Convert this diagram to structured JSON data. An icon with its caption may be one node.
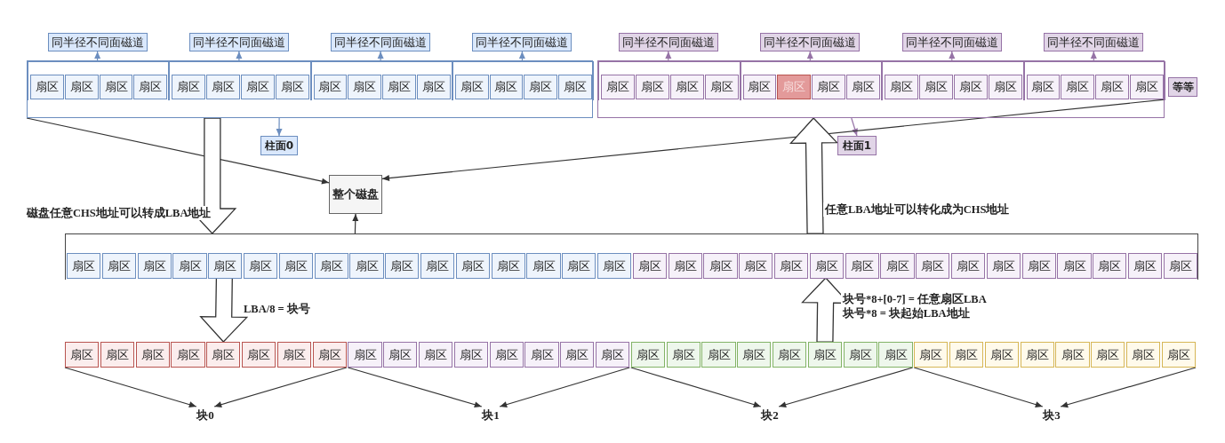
{
  "diagram": {
    "nodes": [
      {
        "text": [
          "同半径不同面磁道"
        ]
      },
      {
        "text": [
          "同半径不同面磁道"
        ]
      },
      {
        "text": [
          "同半径不同面磁道"
        ]
      },
      {
        "text": [
          "同半径不同面磁道"
        ]
      },
      {
        "text": [
          "同半径不同面磁道"
        ]
      },
      {
        "text": [
          "同半径不同面磁道"
        ]
      },
      {
        "text": [
          "同半径不同面磁道"
        ]
      },
      {
        "text": [
          "同半径不同面磁道"
        ]
      },
      {
        "text": [],
        "shape": "box"
      },
      {
        "text": [],
        "shape": "box",
        "in": 8
      },
      {
        "text": [
          "扇区"
        ],
        "in": 9
      },
      {
        "text": [
          "扇区"
        ],
        "in": 9
      },
      {
        "text": [
          "扇区"
        ],
        "in": 9
      },
      {
        "text": [
          "扇区"
        ],
        "in": 9
      },
      {
        "text": [],
        "shape": "box",
        "in": 8
      },
      {
        "text": [
          "扇区"
        ],
        "in": 14
      },
      {
        "text": [
          "扇区"
        ],
        "in": 14
      },
      {
        "text": [
          "扇区"
        ],
        "in": 14
      },
      {
        "text": [
          "扇区"
        ],
        "in": 14
      },
      {
        "text": [],
        "shape": "box",
        "in": 8
      },
      {
        "text": [
          "扇区"
        ],
        "in": 19
      },
      {
        "text": [
          "扇区"
        ],
        "in": 19
      },
      {
        "text": [
          "扇区"
        ],
        "in": 19
      },
      {
        "text": [
          "扇区"
        ],
        "in": 19
      },
      {
        "text": [],
        "shape": "box",
        "in": 8
      },
      {
        "text": [
          "扇区"
        ],
        "in": 24
      },
      {
        "text": [
          "扇区"
        ],
        "in": 24
      },
      {
        "text": [
          "扇区"
        ],
        "in": 24
      },
      {
        "text": [
          "扇区"
        ],
        "in": 24
      },
      {
        "text": [],
        "shape": "box"
      },
      {
        "text": [],
        "shape": "box",
        "in": 29
      },
      {
        "text": [
          "扇区"
        ],
        "in": 30
      },
      {
        "text": [
          "扇区"
        ],
        "in": 30
      },
      {
        "text": [
          "扇区"
        ],
        "in": 30
      },
      {
        "text": [
          "扇区"
        ],
        "in": 30
      },
      {
        "text": [],
        "shape": "box",
        "in": 29
      },
      {
        "text": [
          "扇区"
        ],
        "in": 35
      },
      {
        "text": [
          "扇区"
        ],
        "in": 35
      },
      {
        "text": [
          "扇区"
        ],
        "in": 35
      },
      {
        "text": [
          "扇区"
        ],
        "in": 35
      },
      {
        "text": [],
        "shape": "box",
        "in": 29
      },
      {
        "text": [
          "扇区"
        ],
        "in": 40
      },
      {
        "text": [
          "扇区"
        ],
        "in": 40
      },
      {
        "text": [
          "扇区"
        ],
        "in": 40
      },
      {
        "text": [
          "扇区"
        ],
        "in": 40
      },
      {
        "text": [],
        "shape": "box",
        "in": 29
      },
      {
        "text": [
          "扇区"
        ],
        "in": 45
      },
      {
        "text": [
          "扇区"
        ],
        "in": 45
      },
      {
        "text": [
          "扇区"
        ],
        "in": 45
      },
      {
        "text": [
          "扇区"
        ],
        "in": 45
      },
      {
        "text": [
          "等等"
        ]
      },
      {
        "text": [
          "柱面0"
        ]
      },
      {
        "text": [
          "柱面1"
        ]
      },
      {
        "text": [
          "整个磁盘"
        ]
      },
      {
        "text": [],
        "shape": "box"
      },
      {
        "text": [
          "扇区"
        ],
        "in": 54
      },
      {
        "text": [
          "扇区"
        ],
        "in": 54
      },
      {
        "text": [
          "扇区"
        ],
        "in": 54
      },
      {
        "text": [
          "扇区"
        ],
        "in": 54
      },
      {
        "text": [
          "扇区"
        ],
        "in": 54
      },
      {
        "text": [
          "扇区"
        ],
        "in": 54
      },
      {
        "text": [
          "扇区"
        ],
        "in": 54
      },
      {
        "text": [
          "扇区"
        ],
        "in": 54
      },
      {
        "text": [
          "扇区"
        ],
        "in": 54
      },
      {
        "text": [
          "扇区"
        ],
        "in": 54
      },
      {
        "text": [
          "扇区"
        ],
        "in": 54
      },
      {
        "text": [
          "扇区"
        ],
        "in": 54
      },
      {
        "text": [
          "扇区"
        ],
        "in": 54
      },
      {
        "text": [
          "扇区"
        ],
        "in": 54
      },
      {
        "text": [
          "扇区"
        ],
        "in": 54
      },
      {
        "text": [
          "扇区"
        ],
        "in": 54
      },
      {
        "text": [
          "扇区"
        ],
        "in": 54
      },
      {
        "text": [
          "扇区"
        ],
        "in": 54
      },
      {
        "text": [
          "扇区"
        ],
        "in": 54
      },
      {
        "text": [
          "扇区"
        ],
        "in": 54
      },
      {
        "text": [
          "扇区"
        ],
        "in": 54
      },
      {
        "text": [
          "扇区"
        ],
        "in": 54
      },
      {
        "text": [
          "扇区"
        ],
        "in": 54
      },
      {
        "text": [
          "扇区"
        ],
        "in": 54
      },
      {
        "text": [
          "扇区"
        ],
        "in": 54
      },
      {
        "text": [
          "扇区"
        ],
        "in": 54
      },
      {
        "text": [
          "扇区"
        ],
        "in": 54
      },
      {
        "text": [
          "扇区"
        ],
        "in": 54
      },
      {
        "text": [
          "扇区"
        ],
        "in": 54
      },
      {
        "text": [
          "扇区"
        ],
        "in": 54
      },
      {
        "text": [
          "扇区"
        ],
        "in": 54
      },
      {
        "text": [
          "扇区"
        ],
        "in": 54
      },
      {
        "text": [
          "扇区"
        ]
      },
      {
        "text": [
          "扇区"
        ]
      },
      {
        "text": [
          "扇区"
        ]
      },
      {
        "text": [
          "扇区"
        ]
      },
      {
        "text": [
          "扇区"
        ]
      },
      {
        "text": [
          "扇区"
        ]
      },
      {
        "text": [
          "扇区"
        ]
      },
      {
        "text": [
          "扇区"
        ]
      },
      {
        "text": [
          "扇区"
        ]
      },
      {
        "text": [
          "扇区"
        ]
      },
      {
        "text": [
          "扇区"
        ]
      },
      {
        "text": [
          "扇区"
        ]
      },
      {
        "text": [
          "扇区"
        ]
      },
      {
        "text": [
          "扇区"
        ]
      },
      {
        "text": [
          "扇区"
        ]
      },
      {
        "text": [
          "扇区"
        ]
      },
      {
        "text": [
          "扇区"
        ]
      },
      {
        "text": [
          "扇区"
        ]
      },
      {
        "text": [
          "扇区"
        ]
      },
      {
        "text": [
          "扇区"
        ]
      },
      {
        "text": [
          "扇区"
        ]
      },
      {
        "text": [
          "扇区"
        ]
      },
      {
        "text": [
          "扇区"
        ]
      },
      {
        "text": [
          "扇区"
        ]
      },
      {
        "text": [
          "扇区"
        ]
      },
      {
        "text": [
          "扇区"
        ]
      },
      {
        "text": [
          "扇区"
        ]
      },
      {
        "text": [
          "扇区"
        ]
      },
      {
        "text": [
          "扇区"
        ]
      },
      {
        "text": [
          "扇区"
        ]
      },
      {
        "text": [
          "扇区"
        ]
      },
      {
        "text": [
          "扇区"
        ]
      },
      {
        "text": [
          "块0"
        ]
      },
      {
        "text": [
          "块1"
        ]
      },
      {
        "text": [
          "块2"
        ]
      },
      {
        "text": [
          "块3"
        ]
      }
    ],
    "edges": [
      {
        "from": 9,
        "to": 0,
        "arrow": "to",
        "color": "#6c8ebf"
      },
      {
        "from": 14,
        "to": 1,
        "arrow": "to",
        "color": "#6c8ebf"
      },
      {
        "from": 19,
        "to": 2,
        "arrow": "to",
        "color": "#6c8ebf"
      },
      {
        "from": 24,
        "to": 3,
        "arrow": "to",
        "color": "#6c8ebf"
      },
      {
        "from": 30,
        "to": 4,
        "arrow": "to",
        "color": "#9673a6"
      },
      {
        "from": 35,
        "to": 5,
        "arrow": "to",
        "color": "#9673a6"
      },
      {
        "from": 40,
        "to": 6,
        "arrow": "to",
        "color": "#9673a6"
      },
      {
        "from": 45,
        "to": 7,
        "arrow": "to",
        "color": "#9673a6"
      },
      {
        "from": 8,
        "to": 51,
        "arrow": "to",
        "color": "#6c8ebf"
      },
      {
        "from": 29,
        "to": 52,
        "arrow": "to",
        "color": "#9673a6"
      },
      {
        "from": 8,
        "to": 53,
        "arrow": "to"
      },
      {
        "from": 29,
        "to": 53,
        "arrow": "to"
      },
      {
        "from": 54,
        "to": 53,
        "arrow": "to"
      },
      {
        "from": 8,
        "to": 54,
        "arrow": "to",
        "style": "thick",
        "label": "磁盘任意CHS地址可以转成LBA地址"
      },
      {
        "from": 54,
        "to": 29,
        "arrow": "to",
        "style": "thick",
        "label": "任意LBA地址可以转化成为CHS地址"
      },
      {
        "from": 59,
        "to": 91,
        "arrow": "to",
        "style": "thick",
        "label": "LBA/8 = 块号"
      },
      {
        "from": 108,
        "to": 76,
        "arrow": "to",
        "style": "thick",
        "label": "块号*8+[0-7] = 任意扇区LBA 块号*8 = 块起始LBA地址"
      },
      {
        "from": 87,
        "to": 119,
        "arrow": "to"
      },
      {
        "from": 94,
        "to": 119,
        "arrow": "to"
      },
      {
        "from": 95,
        "to": 120,
        "arrow": "to"
      },
      {
        "from": 102,
        "to": 120,
        "arrow": "to"
      },
      {
        "from": 103,
        "to": 121,
        "arrow": "to"
      },
      {
        "from": 110,
        "to": 121,
        "arrow": "to"
      },
      {
        "from": 111,
        "to": 122,
        "arrow": "to"
      },
      {
        "from": 118,
        "to": 122,
        "arrow": "to"
      }
    ]
  }
}
